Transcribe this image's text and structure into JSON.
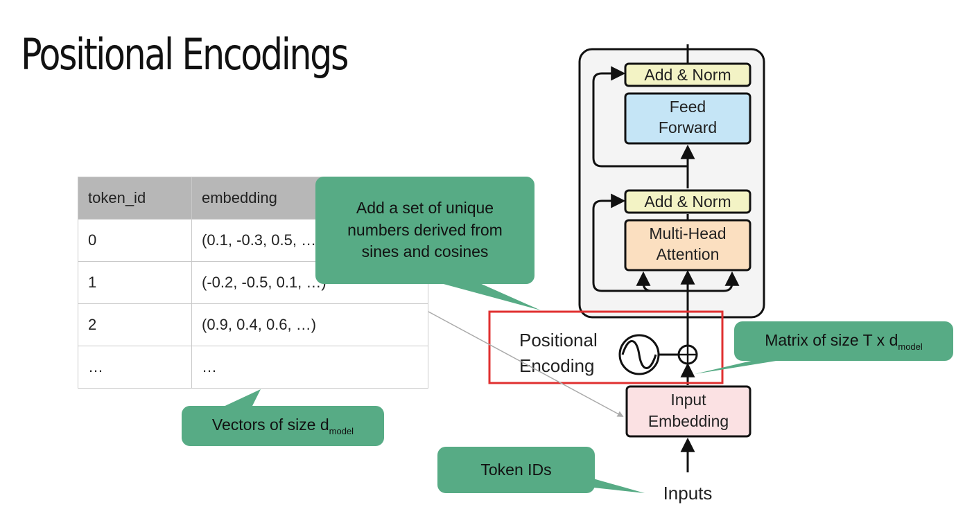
{
  "slide": {
    "title": "Positional Encodings"
  },
  "table": {
    "headers": [
      "token_id",
      "embedding"
    ],
    "rows": [
      [
        "0",
        "(0.1, -0.3, 0.5, …)"
      ],
      [
        "1",
        "(-0.2, -0.5, 0.1, …)"
      ],
      [
        "2",
        "(0.9, 0.4, 0.6, …)"
      ],
      [
        "…",
        "…"
      ]
    ]
  },
  "callouts": {
    "unique_numbers": "Add a set of unique numbers derived from sines and cosines",
    "matrix_prefix": "Matrix of size T x d",
    "matrix_sub": "model",
    "vectors_prefix": "Vectors of size d",
    "vectors_sub": "model",
    "token_ids": "Token IDs"
  },
  "diagram": {
    "add_norm_top": "Add & Norm",
    "feed_forward_1": "Feed",
    "feed_forward_2": "Forward",
    "add_norm_bottom": "Add & Norm",
    "mha_1": "Multi-Head",
    "mha_2": "Attention",
    "pos_enc_1": "Positional",
    "pos_enc_2": "Encoding",
    "input_emb_1": "Input",
    "input_emb_2": "Embedding",
    "inputs": "Inputs"
  },
  "colors": {
    "callout_green": "#57ab85",
    "add_norm_fill": "#f3f3c5",
    "feed_forward_fill": "#c5e5f6",
    "attention_fill": "#fbdfc0",
    "embedding_fill": "#fbe1e3",
    "block_fill": "#f4f4f4",
    "highlight_red": "#e03030"
  }
}
